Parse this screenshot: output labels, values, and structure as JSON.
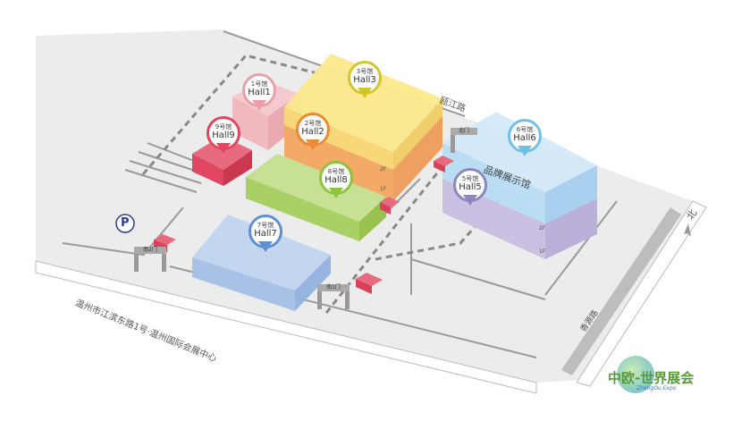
{
  "halls": [
    {
      "id": "hall1",
      "cn": "1号馆",
      "en": "Hall1",
      "color": "#e8a0a8"
    },
    {
      "id": "hall2",
      "cn": "2号馆",
      "en": "Hall2",
      "color": "#e98a35"
    },
    {
      "id": "hall3",
      "cn": "3号馆",
      "en": "Hall3",
      "color": "#d2c52b"
    },
    {
      "id": "hall5",
      "cn": "5号馆",
      "en": "Hall5",
      "color": "#8f86be"
    },
    {
      "id": "hall6",
      "cn": "6号馆",
      "en": "Hall6",
      "color": "#6fc0e6"
    },
    {
      "id": "hall7",
      "cn": "7号馆",
      "en": "Hall7",
      "color": "#5f8fd0"
    },
    {
      "id": "hall8",
      "cn": "8号馆",
      "en": "Hall8",
      "color": "#8cc43c"
    },
    {
      "id": "hall9",
      "cn": "9号馆",
      "en": "Hall9",
      "color": "#e0475f"
    }
  ],
  "roads": {
    "north": "瓯江路",
    "east": "香源路",
    "southwest": "温州市江滨东路1号·温州国际会展中心"
  },
  "gates": {
    "south1": "南1门",
    "south2": "南2门",
    "north": "北门"
  },
  "brand_hall": "品牌展示馆",
  "floors": {
    "f2": "2F",
    "f1": "1F"
  },
  "parking": "P",
  "compass": "北",
  "logo": {
    "cn": "中欧-世界展会",
    "en": "ZhongOu Expo"
  }
}
